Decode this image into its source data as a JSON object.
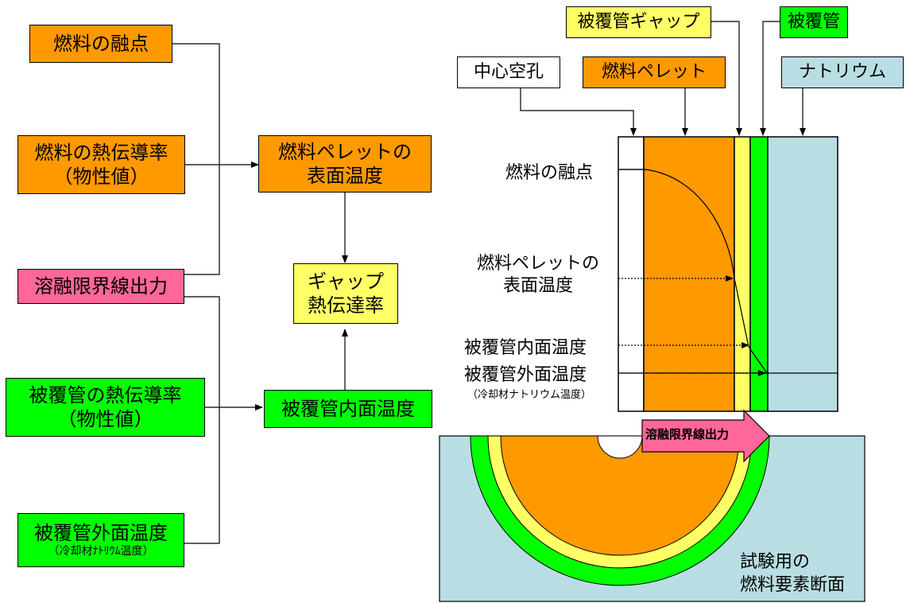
{
  "left_inputs": {
    "melting_point": "燃料の融点",
    "fuel_conductivity_line1": "燃料の熱伝導率",
    "fuel_conductivity_line2": "（物性値）",
    "melt_limit_power": "溶融限界線出力",
    "clad_conductivity_line1": "被覆管の熱伝導率",
    "clad_conductivity_line2": "（物性値）",
    "clad_outer_temp_line1": "被覆管外面温度",
    "clad_outer_temp_line2": "（冷却材ﾅﾄﾘｳﾑ温度）"
  },
  "middle": {
    "pellet_surface_line1": "燃料ペレットの",
    "pellet_surface_line2": "表面温度",
    "gap_conductance_line1": "ギャップ",
    "gap_conductance_line2": "熱伝達率",
    "clad_inner_temp": "被覆管内面温度"
  },
  "right_labels": {
    "central_void": "中心空孔",
    "fuel_pellet": "燃料ペレット",
    "clad_gap": "被覆管ギャップ",
    "cladding": "被覆管",
    "sodium": "ナトリウム"
  },
  "profile_labels": {
    "melting_point": "燃料の融点",
    "pellet_surface_line1": "燃料ペレットの",
    "pellet_surface_line2": "表面温度",
    "clad_inner_temp": "被覆管内面温度",
    "clad_outer_temp": "被覆管外面温度",
    "clad_outer_sub": "（冷却材ナトリウム温度）"
  },
  "cross_section": {
    "arrow_label": "溶融限界線出力",
    "caption_line1": "試験用の",
    "caption_line2": "燃料要素断面"
  },
  "colors": {
    "orange": "#FF9900",
    "green": "#00FF00",
    "pink": "#FF6699",
    "yellow": "#FFFF66",
    "light_blue": "#B8DEE3"
  }
}
